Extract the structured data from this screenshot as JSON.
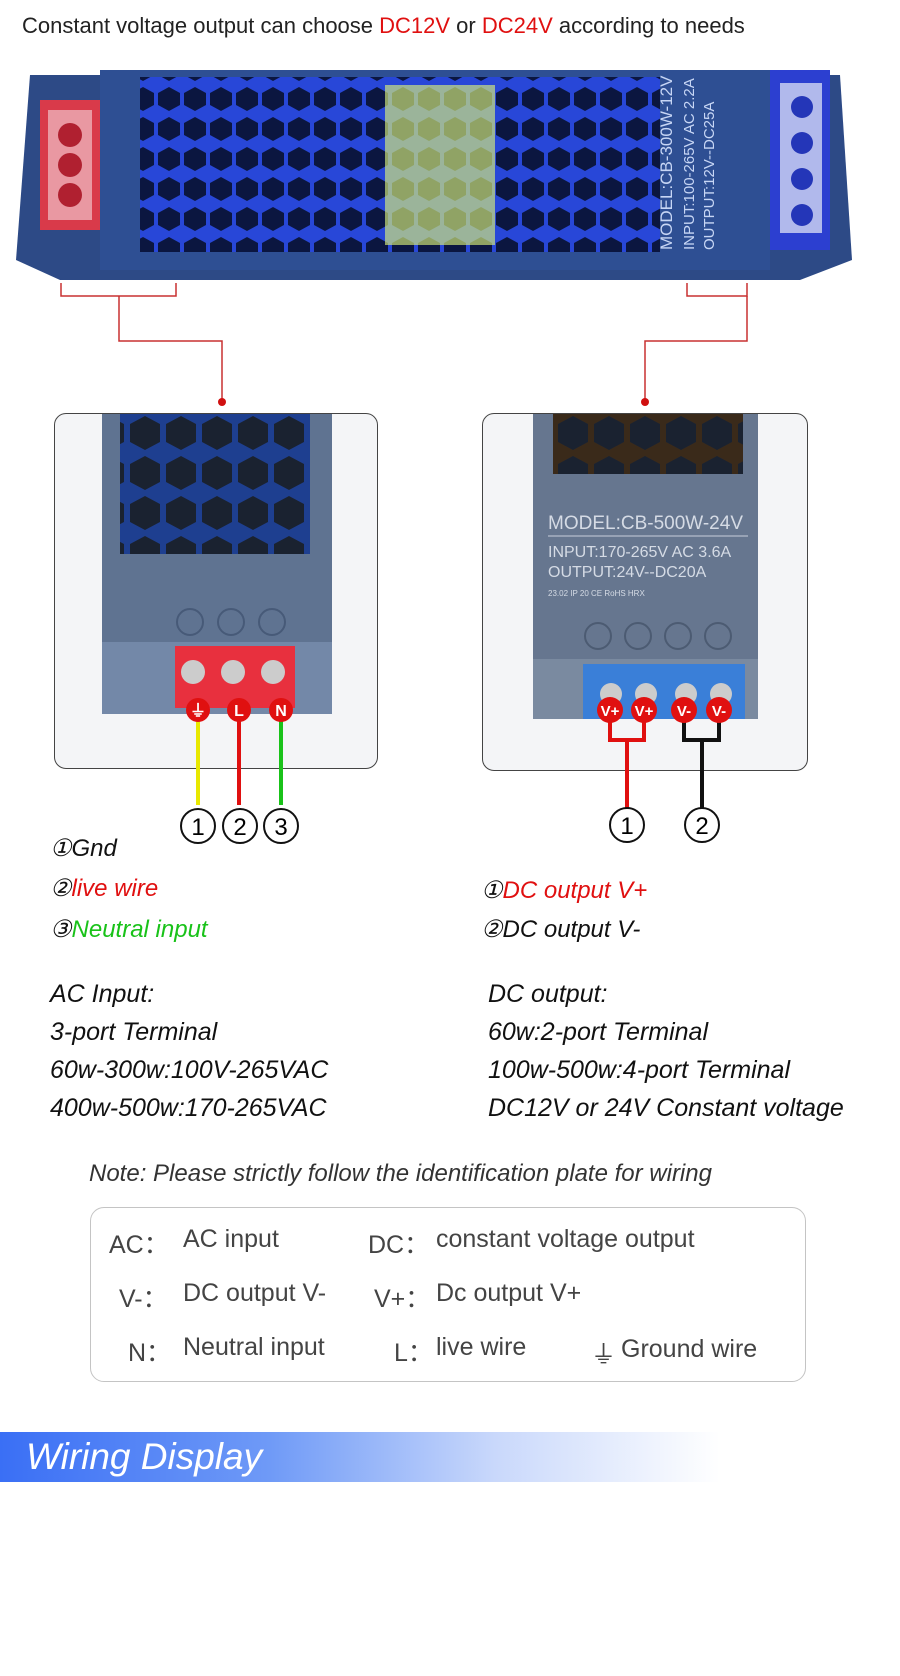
{
  "header": {
    "prefix": "Constant voltage output can choose ",
    "opt1": "DC12V",
    "mid": " or ",
    "opt2": "DC24V",
    "suffix": " according to needs"
  },
  "product": {
    "model": "MODEL:CB-300W-12V",
    "input": "INPUT:100-265V AC 2.2A",
    "output": "OUTPUT:12V--DC25A"
  },
  "ac_closeup": {
    "terminal_labels": [
      "⏚",
      "L",
      "N"
    ],
    "numbers": [
      "1",
      "2",
      "3"
    ],
    "wire_colors": [
      "#e8e800",
      "#e01010",
      "#19c219"
    ]
  },
  "dc_closeup": {
    "model": "MODEL:CB-500W-24V",
    "input": "INPUT:170-265V AC 3.6A",
    "output": "OUTPUT:24V--DC20A",
    "marks": "23.02   IP 20   CE   RoHS   HRX",
    "terminal_labels": [
      "V+",
      "V+",
      "V-",
      "V-"
    ],
    "numbers": [
      "1",
      "2"
    ]
  },
  "left_list": [
    {
      "num": "①",
      "text": "Gnd"
    },
    {
      "num": "②",
      "text": "live wire"
    },
    {
      "num": "③",
      "text": "Neutral input"
    }
  ],
  "right_list": [
    {
      "num": "①",
      "text": "DC output V+"
    },
    {
      "num": "②",
      "text": "DC output V-"
    }
  ],
  "ac_spec": [
    "AC Input:",
    "3-port Terminal",
    "60w-300w:100V-265VAC",
    "400w-500w:170-265VAC"
  ],
  "dc_spec": [
    "DC output:",
    "60w:2-port Terminal",
    "100w-500w:4-port Terminal",
    "DC12V or 24V Constant voltage"
  ],
  "note": "Note: Please strictly follow the identification plate for wiring",
  "legend": {
    "ac_key": "AC：",
    "ac_val": "AC input",
    "dc_key": "DC：",
    "dc_val": "constant voltage output",
    "vm_key": "V-：",
    "vm_val": "DC output V-",
    "vp_key": "V+：",
    "vp_val": "Dc output V+",
    "n_key": "N：",
    "n_val": "Neutral input",
    "l_key": "L：",
    "l_val": "live wire",
    "gnd_symbol": "⏚",
    "gnd_val": "Ground wire"
  },
  "banner": {
    "title": "Wiring Display",
    "color": "#3a6ff5"
  }
}
